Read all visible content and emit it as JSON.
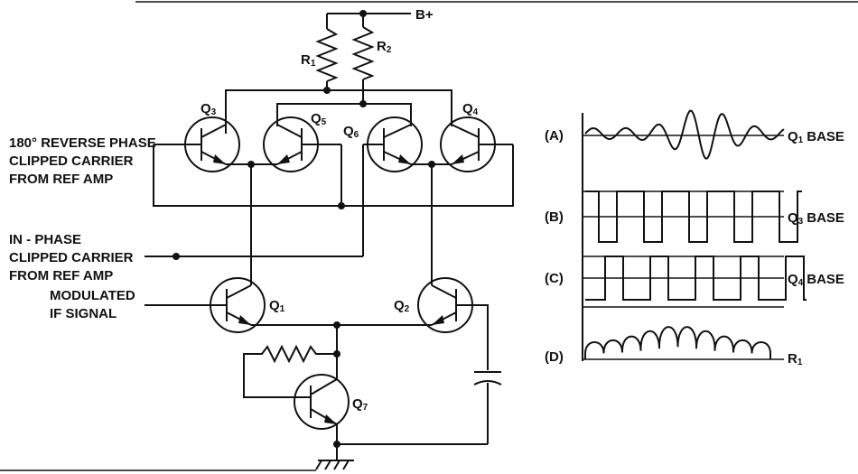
{
  "circuit": {
    "supply_label": "B+",
    "resistors": {
      "r1": "R1",
      "r2": "R2"
    },
    "transistors": {
      "q1": "Q1",
      "q2": "Q2",
      "q3": "Q3",
      "q4": "Q4",
      "q5": "Q5",
      "q6": "Q6",
      "q7": "Q7"
    },
    "inputs": {
      "reverse_phase": [
        "180° REVERSE PHASE",
        "CLIPPED CARRIER",
        "FROM REF AMP"
      ],
      "in_phase": [
        "IN - PHASE",
        "CLIPPED CARRIER",
        "FROM REF AMP"
      ],
      "modulated": [
        "MODULATED",
        "IF SIGNAL"
      ]
    }
  },
  "waveforms": [
    {
      "tag": "(A)",
      "label": "Q1 BASE",
      "shape": "modulated-sine"
    },
    {
      "tag": "(B)",
      "label": "Q3 BASE",
      "shape": "square"
    },
    {
      "tag": "(C)",
      "label": "Q4 BASE",
      "shape": "square-inverted"
    },
    {
      "tag": "(D)",
      "label": "R1",
      "shape": "rectified-humps"
    }
  ]
}
